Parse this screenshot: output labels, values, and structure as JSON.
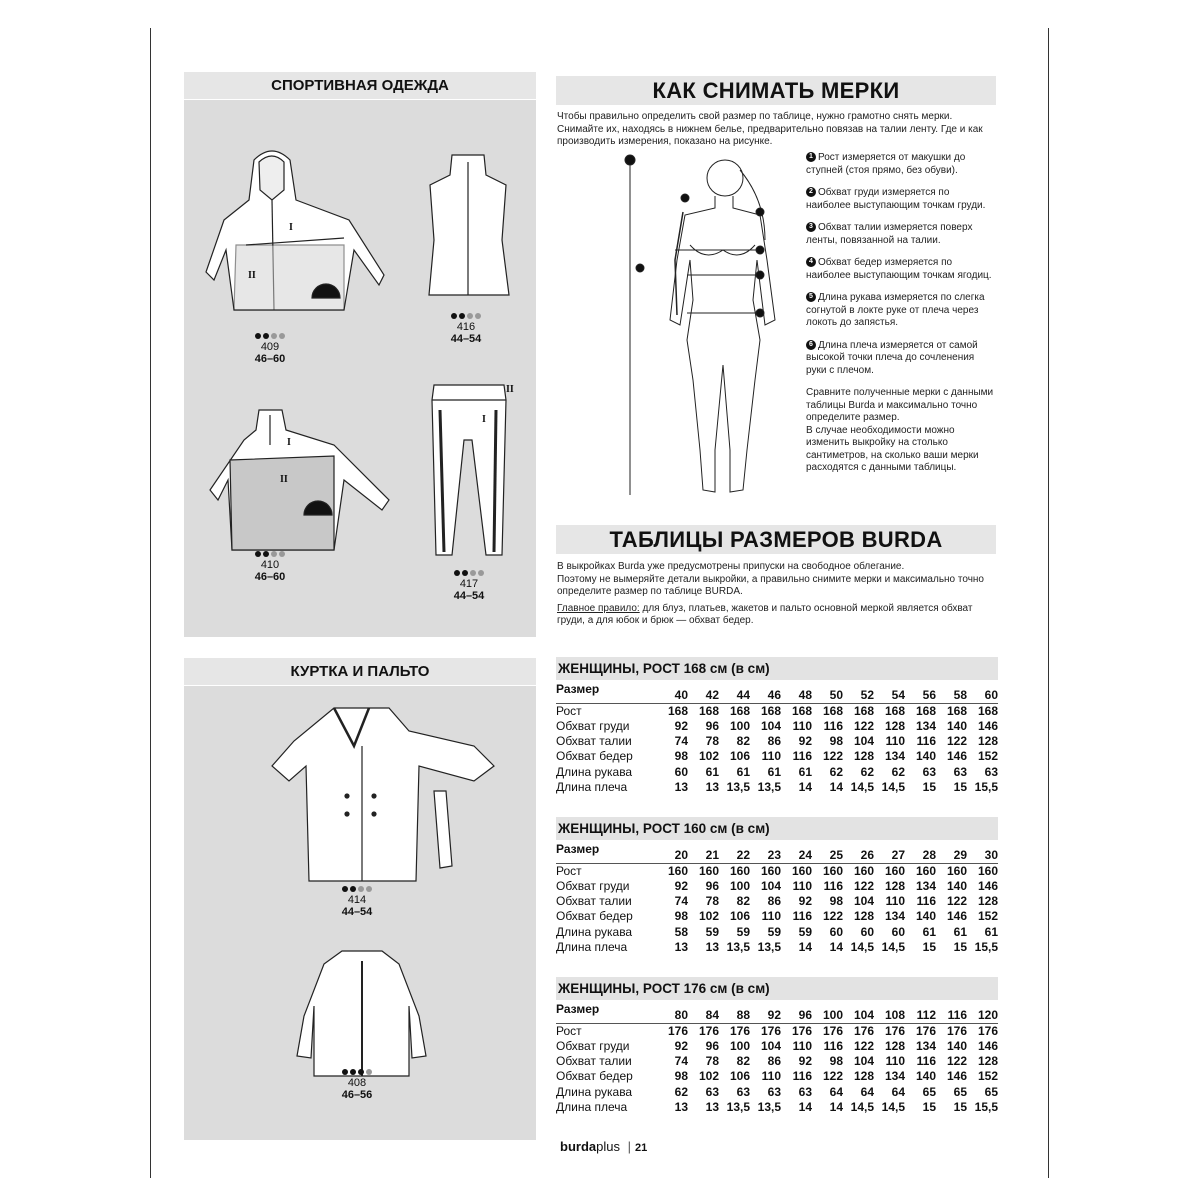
{
  "left": {
    "sections": [
      {
        "title": "СПОРТИВНАЯ ОДЕЖДА",
        "items": [
          {
            "number": "409",
            "sizes": "46–60",
            "difficulty": 2
          },
          {
            "number": "416",
            "sizes": "44–54",
            "difficulty": 2
          },
          {
            "number": "410",
            "sizes": "46–60",
            "difficulty": 2
          },
          {
            "number": "417",
            "sizes": "44–54",
            "difficulty": 2
          }
        ]
      },
      {
        "title": "КУРТКА И ПАЛЬТО",
        "items": [
          {
            "number": "414",
            "sizes": "44–54",
            "difficulty": 2
          },
          {
            "number": "408",
            "sizes": "46–56",
            "difficulty": 3
          }
        ]
      }
    ],
    "pattern_marks": {
      "one": "I",
      "two": "II"
    }
  },
  "measure": {
    "title": "КАК СНИМАТЬ МЕРКИ",
    "intro": "Чтобы правильно определить свой размер по таблице, нужно грамотно снять мерки. Снимайте их, находясь в нижнем белье, предварительно повязав на талии ленту. Где и как производить измерения, показано на рисунке.",
    "steps": [
      {
        "n": "1",
        "text": "Рост измеряется от макушки до ступней (стоя прямо, без обуви)."
      },
      {
        "n": "2",
        "text": "Обхват груди измеряется по наиболее выступающим точкам груди."
      },
      {
        "n": "3",
        "text": "Обхват талии измеряется поверх ленты, повязанной на талии."
      },
      {
        "n": "4",
        "text": "Обхват бедер измеряется по наиболее выступающим точкам ягодиц."
      },
      {
        "n": "5",
        "text": "Длина рукава измеряется по слегка согнутой в локте руке от плеча через локоть до запястья."
      },
      {
        "n": "6",
        "text": "Длина плеча измеряется от самой высокой точки плеча до сочленения руки с плечом."
      }
    ],
    "compare": "Сравните полученные мерки с данными таблицы Burda и максимально точно определите размер.",
    "adjust": "В случае необходимости можно изменить выкройку на столько сантиметров, на сколько ваши мерки расходятся с данными таблицы."
  },
  "tables_section": {
    "title": "ТАБЛИЦЫ РАЗМЕРОВ BURDA",
    "p1": "В выкройках Burda уже предусмотрены припуски на свободное облегание.",
    "p2": "Поэтому не вымеряйте детали выкройки, а правильно снимите мерки и максимально точно определите размер по таблице BURDA.",
    "rule_label": "Главное правило:",
    "rule_text": " для блуз, платьев, жакетов и пальто основной меркой является обхват груди, а для юбок и брюк — обхват бедер."
  },
  "size_tables": [
    {
      "title": "ЖЕНЩИНЫ, РОСТ 168 см (в см)",
      "rows": [
        {
          "label": "Размер",
          "values": [
            "40",
            "42",
            "44",
            "46",
            "48",
            "50",
            "52",
            "54",
            "56",
            "58",
            "60"
          ]
        },
        {
          "label": "Рост",
          "values": [
            "168",
            "168",
            "168",
            "168",
            "168",
            "168",
            "168",
            "168",
            "168",
            "168",
            "168"
          ]
        },
        {
          "label": "Обхват груди",
          "values": [
            "92",
            "96",
            "100",
            "104",
            "110",
            "116",
            "122",
            "128",
            "134",
            "140",
            "146"
          ]
        },
        {
          "label": "Обхват талии",
          "values": [
            "74",
            "78",
            "82",
            "86",
            "92",
            "98",
            "104",
            "110",
            "116",
            "122",
            "128"
          ]
        },
        {
          "label": "Обхват бедер",
          "values": [
            "98",
            "102",
            "106",
            "110",
            "116",
            "122",
            "128",
            "134",
            "140",
            "146",
            "152"
          ]
        },
        {
          "label": "Длина рукава",
          "values": [
            "60",
            "61",
            "61",
            "61",
            "61",
            "62",
            "62",
            "62",
            "63",
            "63",
            "63"
          ]
        },
        {
          "label": "Длина плеча",
          "values": [
            "13",
            "13",
            "13,5",
            "13,5",
            "14",
            "14",
            "14,5",
            "14,5",
            "15",
            "15",
            "15,5"
          ]
        }
      ]
    },
    {
      "title": "ЖЕНЩИНЫ, РОСТ 160 см (в см)",
      "rows": [
        {
          "label": "Размер",
          "values": [
            "20",
            "21",
            "22",
            "23",
            "24",
            "25",
            "26",
            "27",
            "28",
            "29",
            "30"
          ]
        },
        {
          "label": "Рост",
          "values": [
            "160",
            "160",
            "160",
            "160",
            "160",
            "160",
            "160",
            "160",
            "160",
            "160",
            "160"
          ]
        },
        {
          "label": "Обхват груди",
          "values": [
            "92",
            "96",
            "100",
            "104",
            "110",
            "116",
            "122",
            "128",
            "134",
            "140",
            "146"
          ]
        },
        {
          "label": "Обхват талии",
          "values": [
            "74",
            "78",
            "82",
            "86",
            "92",
            "98",
            "104",
            "110",
            "116",
            "122",
            "128"
          ]
        },
        {
          "label": "Обхват бедер",
          "values": [
            "98",
            "102",
            "106",
            "110",
            "116",
            "122",
            "128",
            "134",
            "140",
            "146",
            "152"
          ]
        },
        {
          "label": "Длина рукава",
          "values": [
            "58",
            "59",
            "59",
            "59",
            "59",
            "60",
            "60",
            "60",
            "61",
            "61",
            "61"
          ]
        },
        {
          "label": "Длина плеча",
          "values": [
            "13",
            "13",
            "13,5",
            "13,5",
            "14",
            "14",
            "14,5",
            "14,5",
            "15",
            "15",
            "15,5"
          ]
        }
      ]
    },
    {
      "title": "ЖЕНЩИНЫ, РОСТ 176 см (в см)",
      "rows": [
        {
          "label": "Размер",
          "values": [
            "80",
            "84",
            "88",
            "92",
            "96",
            "100",
            "104",
            "108",
            "112",
            "116",
            "120"
          ]
        },
        {
          "label": "Рост",
          "values": [
            "176",
            "176",
            "176",
            "176",
            "176",
            "176",
            "176",
            "176",
            "176",
            "176",
            "176"
          ]
        },
        {
          "label": "Обхват груди",
          "values": [
            "92",
            "96",
            "100",
            "104",
            "110",
            "116",
            "122",
            "128",
            "134",
            "140",
            "146"
          ]
        },
        {
          "label": "Обхват талии",
          "values": [
            "74",
            "78",
            "82",
            "86",
            "92",
            "98",
            "104",
            "110",
            "116",
            "122",
            "128"
          ]
        },
        {
          "label": "Обхват бедер",
          "values": [
            "98",
            "102",
            "106",
            "110",
            "116",
            "122",
            "128",
            "134",
            "140",
            "146",
            "152"
          ]
        },
        {
          "label": "Длина рукава",
          "values": [
            "62",
            "63",
            "63",
            "63",
            "63",
            "64",
            "64",
            "64",
            "65",
            "65",
            "65"
          ]
        },
        {
          "label": "Длина плеча",
          "values": [
            "13",
            "13",
            "13,5",
            "13,5",
            "14",
            "14",
            "14,5",
            "14,5",
            "15",
            "15",
            "15,5"
          ]
        }
      ]
    }
  ],
  "footer": {
    "brand_bold": "burda",
    "brand_rest": "plus",
    "separator": "|",
    "page": "21"
  }
}
